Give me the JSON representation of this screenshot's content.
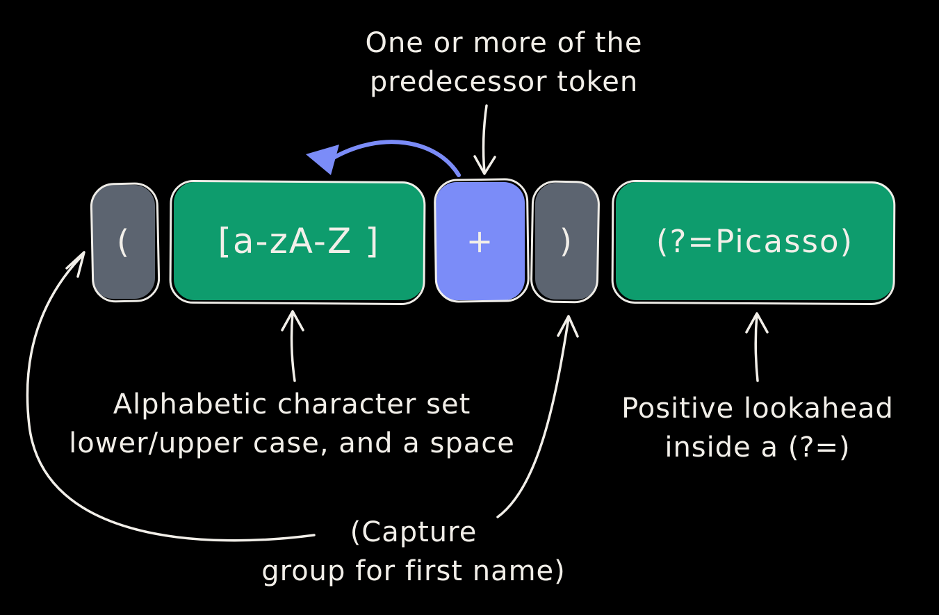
{
  "tokens": [
    {
      "id": "capture-open",
      "label": "(",
      "role": "capture group opening parenthesis",
      "color": "#5c6470"
    },
    {
      "id": "character-set",
      "label": "[a-zA-Z ]",
      "role": "character set",
      "color": "#0e9c6d"
    },
    {
      "id": "quantifier",
      "label": "+",
      "role": "one-or-more quantifier",
      "color": "#7b8cf8"
    },
    {
      "id": "capture-close",
      "label": ")",
      "role": "capture group closing parenthesis",
      "color": "#5c6470"
    },
    {
      "id": "lookahead",
      "label": "(?=Picasso)",
      "role": "positive lookahead",
      "color": "#0e9c6d"
    }
  ],
  "annotations": {
    "quantifier_line1": "One or more of the",
    "quantifier_line2": "predecessor token",
    "charset_line1": "Alphabetic character set",
    "charset_line2": "lower/upper case, and a space",
    "lookahead_line1": "Positive lookahead",
    "lookahead_line2": "inside a (?=)",
    "capture_line1": "(Capture",
    "capture_line2": "group for first name)"
  },
  "colors": {
    "background": "#000000",
    "green": "#0e9c6d",
    "blue": "#7b8cf8",
    "gray": "#5c6470",
    "text": "#f2efe9",
    "arrow_white": "#f2efe9",
    "arrow_blue": "#7b8cf8"
  }
}
